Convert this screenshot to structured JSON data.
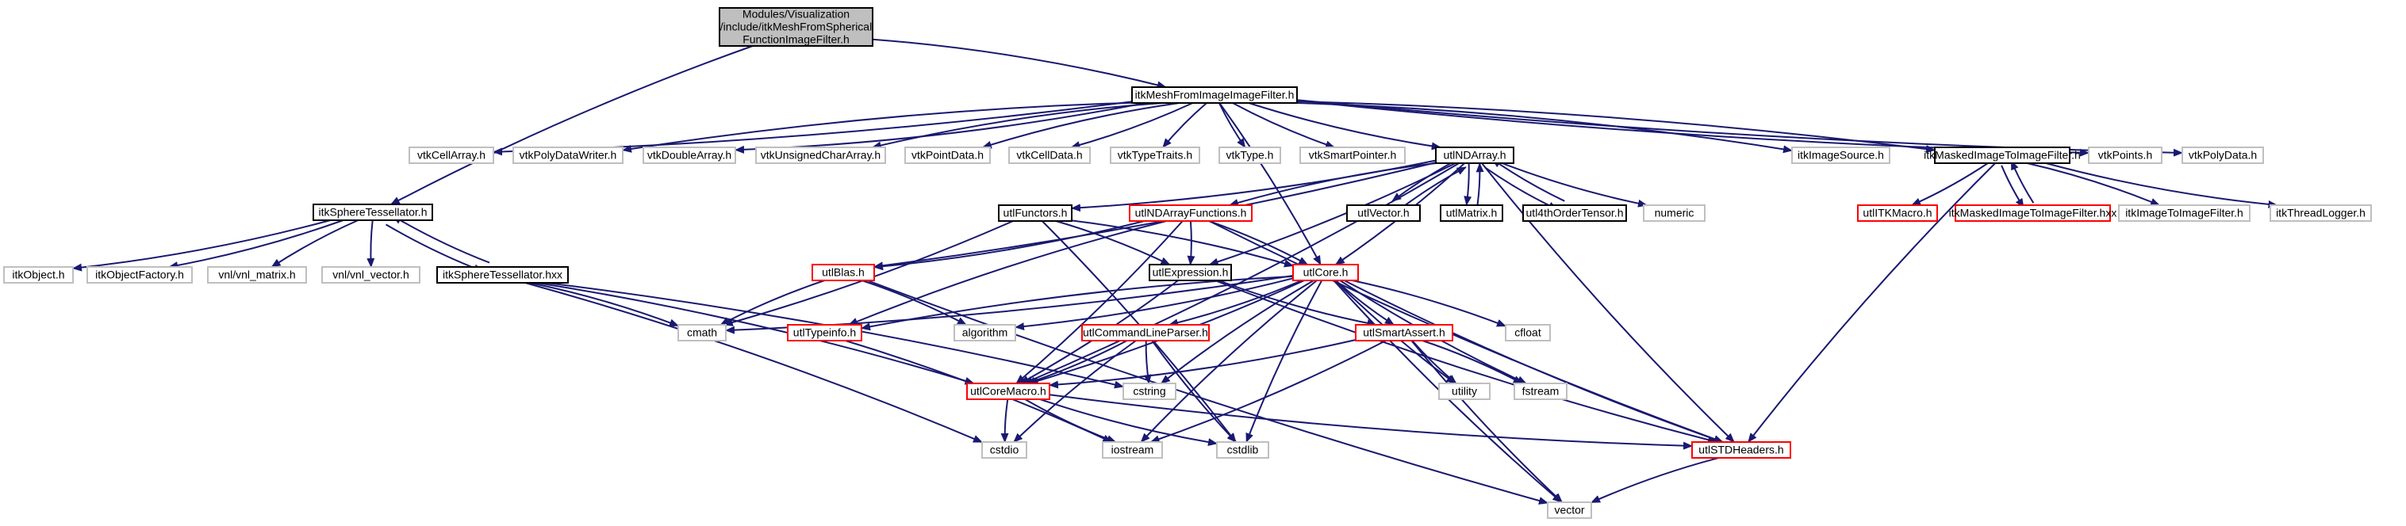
{
  "graph": {
    "colors": {
      "edge": "#191970",
      "root_fill": "#bfbfbf",
      "black": "#000000",
      "grey": "#bfbfbf",
      "red": "#ff0000"
    },
    "nodes": [
      {
        "id": "root",
        "lines": [
          "Modules/Visualization",
          "/include/itkMeshFromSpherical",
          "FunctionImageFilter.h"
        ],
        "style": "root"
      },
      {
        "id": "mfi",
        "lines": [
          "itkMeshFromImageImageFilter.h"
        ],
        "style": "black"
      },
      {
        "id": "spht",
        "lines": [
          "itkSphereTessellator.h"
        ],
        "style": "black"
      },
      {
        "id": "sphtx",
        "lines": [
          "itkSphereTessellator.hxx"
        ],
        "style": "black"
      },
      {
        "id": "nd",
        "lines": [
          "utlNDArray.h"
        ],
        "style": "black"
      },
      {
        "id": "mask",
        "lines": [
          "itkMaskedImageToImageFilter.h"
        ],
        "style": "black"
      },
      {
        "id": "func",
        "lines": [
          "utlFunctors.h"
        ],
        "style": "black"
      },
      {
        "id": "expr",
        "lines": [
          "utlExpression.h"
        ],
        "style": "black"
      },
      {
        "id": "vec",
        "lines": [
          "utlVector.h"
        ],
        "style": "black"
      },
      {
        "id": "mat",
        "lines": [
          "utlMatrix.h"
        ],
        "style": "black"
      },
      {
        "id": "t4",
        "lines": [
          "utl4thOrderTensor.h"
        ],
        "style": "black"
      },
      {
        "id": "ndf",
        "lines": [
          "utlNDArrayFunctions.h"
        ],
        "style": "red"
      },
      {
        "id": "core",
        "lines": [
          "utlCore.h"
        ],
        "style": "red"
      },
      {
        "id": "blas",
        "lines": [
          "utlBlas.h"
        ],
        "style": "red"
      },
      {
        "id": "tinfo",
        "lines": [
          "utlTypeinfo.h"
        ],
        "style": "red"
      },
      {
        "id": "cmd",
        "lines": [
          "utlCommandLineParser.h"
        ],
        "style": "red"
      },
      {
        "id": "sassert",
        "lines": [
          "utlSmartAssert.h"
        ],
        "style": "red"
      },
      {
        "id": "cmacro",
        "lines": [
          "utlCoreMacro.h"
        ],
        "style": "red"
      },
      {
        "id": "stdh",
        "lines": [
          "utlSTDHeaders.h"
        ],
        "style": "red"
      },
      {
        "id": "itkmac",
        "lines": [
          "utlITKMacro.h"
        ],
        "style": "red"
      },
      {
        "id": "maskx",
        "lines": [
          "itkMaskedImageToImageFilter.hxx"
        ],
        "style": "red"
      },
      {
        "id": "cellarr",
        "lines": [
          "vtkCellArray.h"
        ],
        "style": "grey"
      },
      {
        "id": "pdw",
        "lines": [
          "vtkPolyDataWriter.h"
        ],
        "style": "grey"
      },
      {
        "id": "darr",
        "lines": [
          "vtkDoubleArray.h"
        ],
        "style": "grey"
      },
      {
        "id": "ucarr",
        "lines": [
          "vtkUnsignedCharArray.h"
        ],
        "style": "grey"
      },
      {
        "id": "ptdata",
        "lines": [
          "vtkPointData.h"
        ],
        "style": "grey"
      },
      {
        "id": "celldata",
        "lines": [
          "vtkCellData.h"
        ],
        "style": "grey"
      },
      {
        "id": "ttraits",
        "lines": [
          "vtkTypeTraits.h"
        ],
        "style": "grey"
      },
      {
        "id": "vtype",
        "lines": [
          "vtkType.h"
        ],
        "style": "grey"
      },
      {
        "id": "sptr",
        "lines": [
          "vtkSmartPointer.h"
        ],
        "style": "grey"
      },
      {
        "id": "imgsrc",
        "lines": [
          "itkImageSource.h"
        ],
        "style": "grey"
      },
      {
        "id": "vpts",
        "lines": [
          "vtkPoints.h"
        ],
        "style": "grey"
      },
      {
        "id": "vpd",
        "lines": [
          "vtkPolyData.h"
        ],
        "style": "grey"
      },
      {
        "id": "numeric",
        "lines": [
          "numeric"
        ],
        "style": "grey"
      },
      {
        "id": "i2i",
        "lines": [
          "itkImageToImageFilter.h"
        ],
        "style": "grey"
      },
      {
        "id": "tlog",
        "lines": [
          "itkThreadLogger.h"
        ],
        "style": "grey"
      },
      {
        "id": "obj",
        "lines": [
          "itkObject.h"
        ],
        "style": "grey"
      },
      {
        "id": "objf",
        "lines": [
          "itkObjectFactory.h"
        ],
        "style": "grey"
      },
      {
        "id": "vnlm",
        "lines": [
          "vnl/vnl_matrix.h"
        ],
        "style": "grey"
      },
      {
        "id": "vnlv",
        "lines": [
          "vnl/vnl_vector.h"
        ],
        "style": "grey"
      },
      {
        "id": "cmath",
        "lines": [
          "cmath"
        ],
        "style": "grey"
      },
      {
        "id": "algo",
        "lines": [
          "algorithm"
        ],
        "style": "grey"
      },
      {
        "id": "cfloat",
        "lines": [
          "cfloat"
        ],
        "style": "grey"
      },
      {
        "id": "cstring",
        "lines": [
          "cstring"
        ],
        "style": "grey"
      },
      {
        "id": "utility",
        "lines": [
          "utility"
        ],
        "style": "grey"
      },
      {
        "id": "fstream",
        "lines": [
          "fstream"
        ],
        "style": "grey"
      },
      {
        "id": "cstdio",
        "lines": [
          "cstdio"
        ],
        "style": "grey"
      },
      {
        "id": "iostream",
        "lines": [
          "iostream"
        ],
        "style": "grey"
      },
      {
        "id": "cstdlib",
        "lines": [
          "cstdlib"
        ],
        "style": "grey"
      },
      {
        "id": "vector",
        "lines": [
          "vector"
        ],
        "style": "grey"
      }
    ],
    "edges": [
      [
        "root",
        "mfi"
      ],
      [
        "root",
        "spht"
      ],
      [
        "mfi",
        "cellarr"
      ],
      [
        "mfi",
        "pdw"
      ],
      [
        "mfi",
        "darr"
      ],
      [
        "mfi",
        "ucarr"
      ],
      [
        "mfi",
        "ptdata"
      ],
      [
        "mfi",
        "celldata"
      ],
      [
        "mfi",
        "ttraits"
      ],
      [
        "mfi",
        "vtype"
      ],
      [
        "mfi",
        "sptr"
      ],
      [
        "mfi",
        "nd"
      ],
      [
        "mfi",
        "core"
      ],
      [
        "mfi",
        "imgsrc"
      ],
      [
        "mfi",
        "mask"
      ],
      [
        "mfi",
        "vpts"
      ],
      [
        "mfi",
        "vpd"
      ],
      [
        "spht",
        "obj"
      ],
      [
        "spht",
        "objf"
      ],
      [
        "spht",
        "vnlm"
      ],
      [
        "spht",
        "vnlv"
      ],
      [
        "spht",
        "sphtx"
      ],
      [
        "sphtx",
        "spht"
      ],
      [
        "sphtx",
        "cmath"
      ],
      [
        "sphtx",
        "cmacro"
      ],
      [
        "sphtx",
        "cstdio"
      ],
      [
        "sphtx",
        "cstring"
      ],
      [
        "nd",
        "func"
      ],
      [
        "nd",
        "ndf"
      ],
      [
        "nd",
        "expr"
      ],
      [
        "nd",
        "core"
      ],
      [
        "nd",
        "vec"
      ],
      [
        "nd",
        "mat"
      ],
      [
        "nd",
        "t4"
      ],
      [
        "nd",
        "numeric"
      ],
      [
        "nd",
        "blas"
      ],
      [
        "nd",
        "cmacro"
      ],
      [
        "nd",
        "stdh"
      ],
      [
        "vec",
        "nd"
      ],
      [
        "mat",
        "nd"
      ],
      [
        "t4",
        "nd"
      ],
      [
        "func",
        "expr"
      ],
      [
        "func",
        "core"
      ],
      [
        "func",
        "cmath"
      ],
      [
        "func",
        "cstdlib"
      ],
      [
        "ndf",
        "expr"
      ],
      [
        "ndf",
        "core"
      ],
      [
        "ndf",
        "blas"
      ],
      [
        "ndf",
        "tinfo"
      ],
      [
        "ndf",
        "cmacro"
      ],
      [
        "ndf",
        "stdh"
      ],
      [
        "expr",
        "cmacro"
      ],
      [
        "expr",
        "sassert"
      ],
      [
        "expr",
        "stdh"
      ],
      [
        "core",
        "tinfo"
      ],
      [
        "core",
        "cmath"
      ],
      [
        "core",
        "algo"
      ],
      [
        "core",
        "cmd"
      ],
      [
        "core",
        "sassert"
      ],
      [
        "core",
        "cfloat"
      ],
      [
        "core",
        "cmacro"
      ],
      [
        "core",
        "cstring"
      ],
      [
        "core",
        "utility"
      ],
      [
        "core",
        "fstream"
      ],
      [
        "core",
        "iostream"
      ],
      [
        "core",
        "cstdlib"
      ],
      [
        "core",
        "stdh"
      ],
      [
        "core",
        "vector"
      ],
      [
        "blas",
        "cmath"
      ],
      [
        "blas",
        "algo"
      ],
      [
        "blas",
        "vector"
      ],
      [
        "tinfo",
        "iostream"
      ],
      [
        "cmd",
        "cmacro"
      ],
      [
        "cmd",
        "cstring"
      ],
      [
        "cmd",
        "cstdio"
      ],
      [
        "cmd",
        "cstdlib"
      ],
      [
        "sassert",
        "cmacro"
      ],
      [
        "sassert",
        "iostream"
      ],
      [
        "sassert",
        "utility"
      ],
      [
        "sassert",
        "fstream"
      ],
      [
        "sassert",
        "vector"
      ],
      [
        "cmacro",
        "cstdio"
      ],
      [
        "cmacro",
        "iostream"
      ],
      [
        "cmacro",
        "cstdlib"
      ],
      [
        "cmacro",
        "stdh"
      ],
      [
        "stdh",
        "vector"
      ],
      [
        "mask",
        "itkmac"
      ],
      [
        "mask",
        "maskx"
      ],
      [
        "mask",
        "i2i"
      ],
      [
        "mask",
        "tlog"
      ],
      [
        "mask",
        "stdh"
      ],
      [
        "maskx",
        "mask"
      ]
    ]
  }
}
